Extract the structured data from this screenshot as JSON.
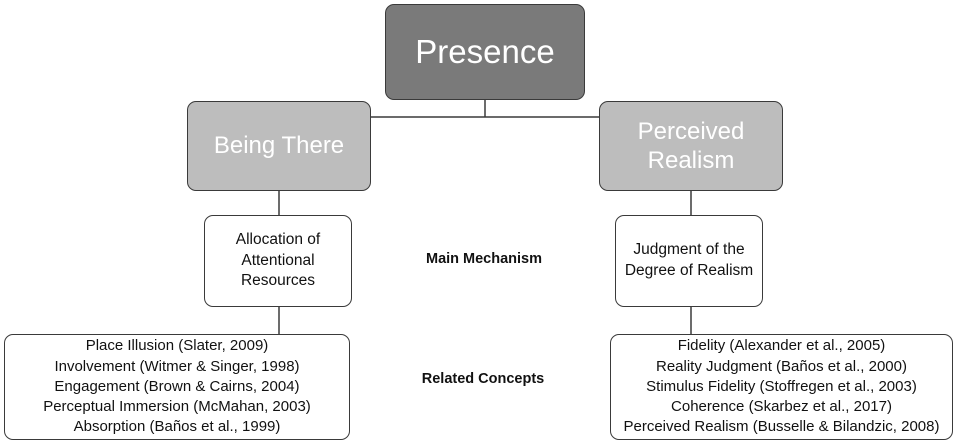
{
  "root": {
    "label": "Presence"
  },
  "branches": {
    "left": {
      "label": "Being There"
    },
    "right": {
      "label_line1": "Perceived",
      "label_line2": "Realism"
    }
  },
  "mechanisms": {
    "left": {
      "line1": "Allocation of",
      "line2": "Attentional",
      "line3": "Resources"
    },
    "right": {
      "line1": "Judgment of the",
      "line2": "Degree of Realism"
    }
  },
  "row_labels": {
    "main_mechanism": "Main Mechanism",
    "related_concepts": "Related Concepts"
  },
  "related_concepts": {
    "left": [
      "Place Illusion (Slater, 2009)",
      "Involvement (Witmer & Singer, 1998)",
      "Engagement (Brown & Cairns, 2004)",
      "Perceptual Immersion (McMahan, 2003)",
      "Absorption (Baños et al., 1999)"
    ],
    "right": [
      "Fidelity (Alexander et al., 2005)",
      "Reality Judgment (Baños et al., 2000)",
      "Stimulus Fidelity (Stoffregen et al., 2003)",
      "Coherence (Skarbez et al., 2017)",
      "Perceived Realism (Busselle & Bilandzic, 2008)"
    ]
  },
  "colors": {
    "root_fill": "#7a7a7a",
    "branch_fill": "#bdbdbd",
    "box_fill": "#ffffff",
    "border": "#3a3a3a"
  }
}
